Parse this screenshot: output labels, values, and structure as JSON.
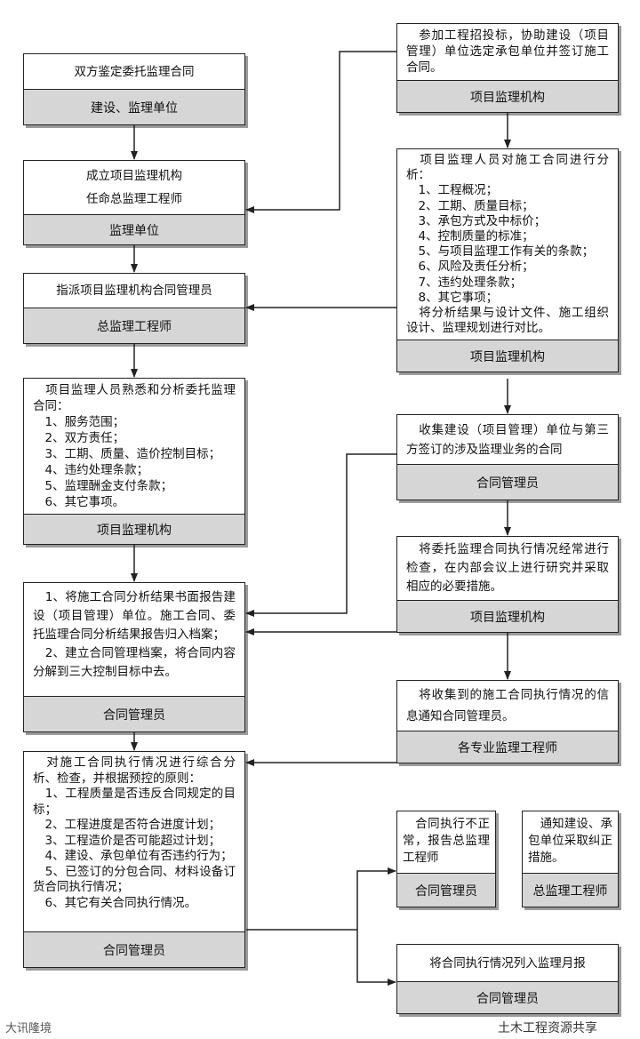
{
  "boxes": {
    "L1": {
      "body": "双方鉴定委托监理合同",
      "foot": "建设、监理单位"
    },
    "L2": {
      "body": "成立项目监理机构\n任命总监理工程师",
      "foot": "监理单位"
    },
    "L3": {
      "body": "指派项目监理机构合同管理员",
      "foot": "总监理工程师"
    },
    "L4": {
      "body": "　项目监理人员熟悉和分析委托监理合同：\n　1、服务范围；\n　2、双方责任；\n　3、工期、质量、造价控制目标；\n　4、违约处理条款；\n　5、监理酬金支付条款；\n　6、其它事项。",
      "foot": "项目监理机构"
    },
    "L5": {
      "body": "　1、将施工合同分析结果书面报告建设（项目管理）单位。施工合同、委托监理合同分析结果报告归入档案；\n　2、建立合同管理档案，将合同内容分解到三大控制目标中去。",
      "foot": "合同管理员"
    },
    "L6": {
      "body": "　对施工合同执行情况进行综合分析、检查，并根据预控的原则：\n　1、工程质量是否违反合同规定的目标；\n　2、工程进度是否符合进度计划；\n　3、工程造价是否可能超过计划；\n　4、建设、承包单位有否违约行为；\n　5、已签订的分包合同、材料设备订货合同执行情况；\n　6、其它有关合同执行情况。",
      "foot": "合同管理员"
    },
    "R1": {
      "body": "　参加工程招投标，协助建设（项目管理）单位选定承包单位并签订施工合同。",
      "foot": "项目监理机构"
    },
    "R2": {
      "body": "　项目监理人员对施工合同进行分析：\n　1、工程概况；\n　2、工期、质量目标；\n　3、承包方式及中标价；\n　4、控制质量的标准；\n　5、与项目监理工作有关的条款；\n　6、风险及责任分析；\n　7、违约处理条款；\n　8、其它事项；\n　将分析结果与设计文件、施工组织设计、监理规划进行对比。",
      "foot": "项目监理机构"
    },
    "R3": {
      "body": "　收集建设（项目管理）单位与第三方签订的涉及监理业务的合同",
      "foot": "合同管理员"
    },
    "R4": {
      "body": "　将委托监理合同执行情况经常进行检查，在内部会议上进行研究并采取相应的必要措施。",
      "foot": "项目监理机构"
    },
    "R5": {
      "body": "　将收集到的施工合同执行情况的信息通知合同管理员。",
      "foot": "各专业监理工程师"
    },
    "R6": {
      "body": "　合同执行不正常，报告总监理工程师",
      "foot": "合同管理员"
    },
    "R7": {
      "body": "　通知建设、承包单位采取纠正措施。",
      "foot": "总监理工程师"
    },
    "R8": {
      "body": "将合同执行情况列入监理月报",
      "foot": "合同管理员"
    }
  },
  "watermarks": {
    "left": "大讯隆境",
    "right": "土木工程资源共享"
  },
  "colors": {
    "line": "#222222",
    "foot_bg": "#d6d6d6"
  }
}
